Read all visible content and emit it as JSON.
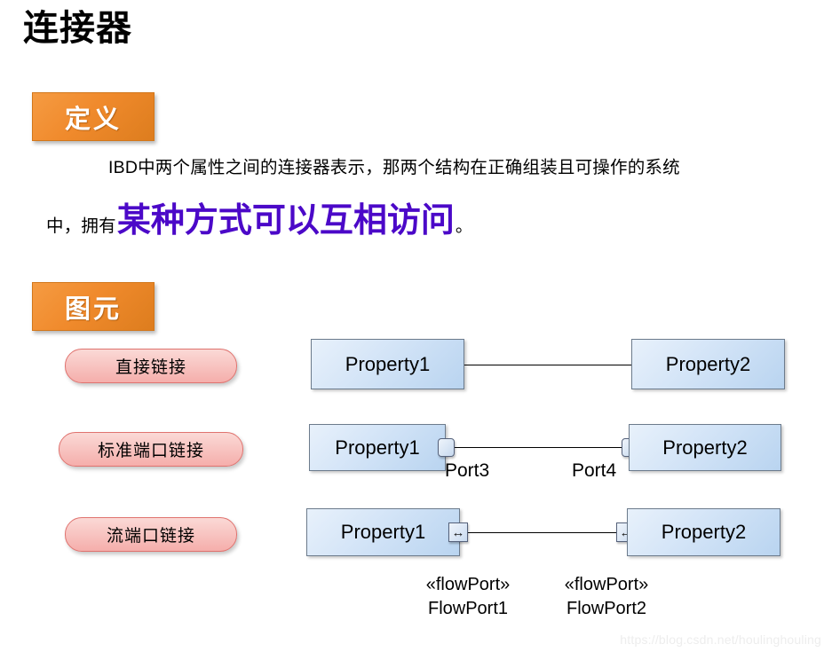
{
  "slide": {
    "title": "连接器",
    "watermark": "https://blog.csdn.net/houlinghouling"
  },
  "sections": [
    {
      "id": "definition",
      "badge_label": "定义"
    },
    {
      "id": "notation",
      "badge_label": "图元"
    }
  ],
  "definition": {
    "line1": "IBD中两个属性之间的连接器表示，那两个结构在正确组装且可操作的系统",
    "line2_prefix": "中，拥有",
    "line2_emphasis": "某种方式可以互相访问",
    "line2_suffix": "。",
    "emphasis_color": "#4B08C8"
  },
  "notation": {
    "rows": [
      {
        "label": "直接链接",
        "left_box": "Property1",
        "right_box": "Property2",
        "port_type": "none"
      },
      {
        "label": "标准端口链接",
        "left_box": "Property1",
        "right_box": "Property2",
        "port_type": "standard",
        "left_port_label": "Port3",
        "right_port_label": "Port4"
      },
      {
        "label": "流端口链接",
        "left_box": "Property1",
        "right_box": "Property2",
        "port_type": "flow",
        "left_port_icon": "↔",
        "right_port_icon": "↔",
        "left_caption_stereotype": "«flowPort»",
        "left_caption_name": "FlowPort1",
        "right_caption_stereotype": "«flowPort»",
        "right_caption_name": "FlowPort2"
      }
    ]
  },
  "colors": {
    "badge_orange": "#F08A2C",
    "label_pink": "#F8C6C3",
    "box_blue": "#D3E4F7",
    "emphasis_purple": "#4B08C8"
  }
}
